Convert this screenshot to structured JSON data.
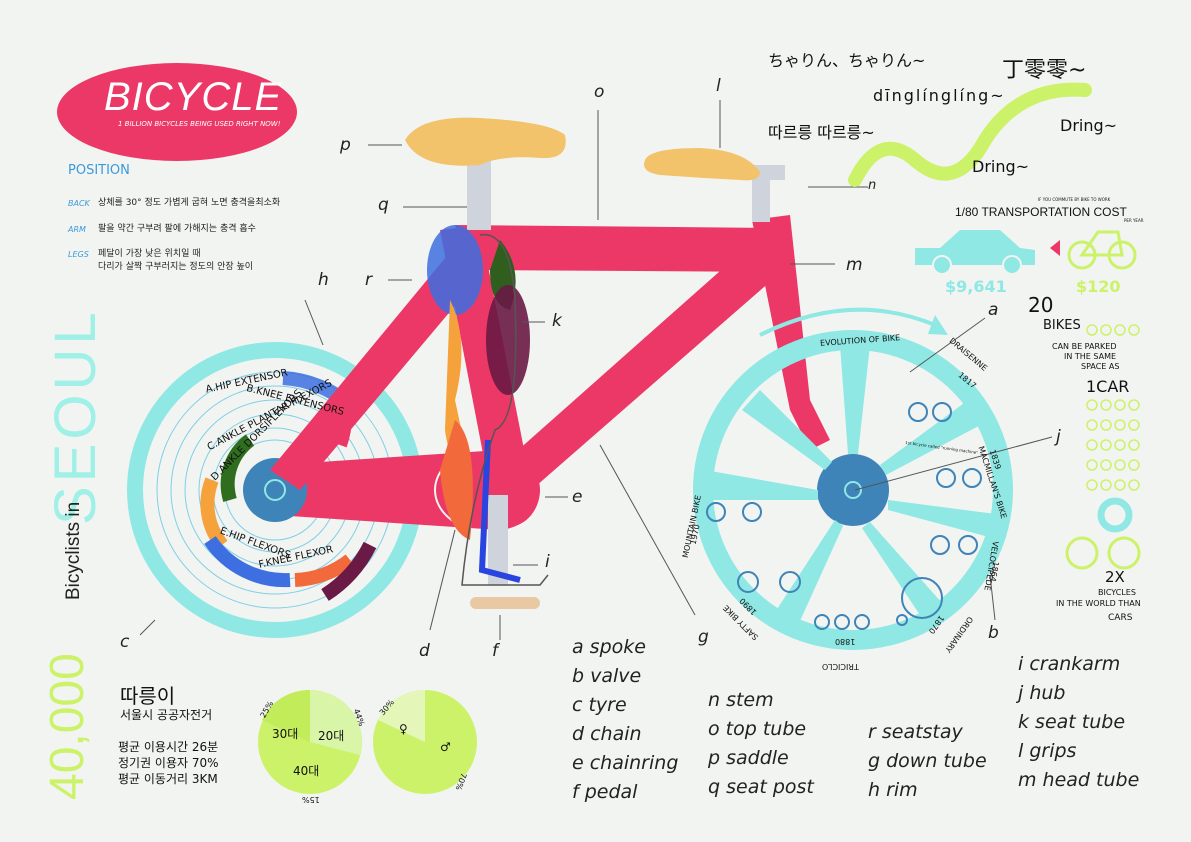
{
  "header": {
    "title": "BICYCLE",
    "subtitle": "1 BILLION BICYCLES BEING USED RIGHT NOW!"
  },
  "position": {
    "heading": "POSITION",
    "items": [
      {
        "key": "BACK",
        "text": "상체를 30° 정도 가볍게 굽혀 노면 충격을최소화"
      },
      {
        "key": "ARM",
        "text": "팔을 약간 구부려 팔에 가해지는 충격 흡수"
      },
      {
        "key": "LEGS",
        "text": "페달이 가장 낮은 위치일 때",
        "text2": "다리가 살짝 구부러지는 정도의 안장 높이"
      }
    ]
  },
  "seoul": {
    "word": "SEOUL",
    "bicyclists_in": "Bicyclists in",
    "count": "40,000"
  },
  "sounds": {
    "japanese": "ちゃりん、ちゃりん~",
    "pinyin": "dīnglínglíng~",
    "korean": "따르릉 따르릉~",
    "chinese": "丁零零~",
    "dring1": "Dring~",
    "dring2": "Dring~"
  },
  "muscles": {
    "a": "A.HIP EXTENSOR",
    "b": "B.KNEE EXTENSORS",
    "c": "C.ANKLE PLANTAR FLEXORS",
    "d": "D.ANKLE DORSIFLEXORS",
    "e": "E.HIP FLEXORS",
    "f": "F.KNEE FLEXOR"
  },
  "evolution": {
    "title": "EVOLUTION OF BIKE",
    "draisenne": "DRAISENNE",
    "y1817": "1817",
    "macmillan": "MACMILLAN'S BIKE",
    "y1839": "1839",
    "velocipede": "VELOCIPEDE",
    "y1864": "1864",
    "ordinary": "ORDINARY",
    "y1870": "1870",
    "tricicle": "TRICICLO",
    "y1880": "1880",
    "safety": "SAFTY BIKE",
    "y1890": "1890",
    "mountain": "MOUNTAIN BIKE",
    "y1970": "1970",
    "note": "1st bicycle called \"running machine\""
  },
  "transport": {
    "title": "1/80 TRANSPORTATION COST",
    "footnote": "IF YOU COMMUTE BY BIKE TO WORK",
    "peryear": "PER YEAR",
    "car_cost": "$9,641",
    "bike_cost": "$120"
  },
  "parking": {
    "count": "20",
    "bikes": "BIKES",
    "line1": "CAN BE PARKED",
    "line2": "IN THE SAME",
    "line3": "SPACE AS",
    "car": "1CAR"
  },
  "world": {
    "ratio": "2X",
    "line1": "BICYCLES",
    "line2": "IN THE WORLD THAN",
    "line3": "CARS"
  },
  "ttareungi": {
    "name": "따릉이",
    "desc": "서울시 공공자전거",
    "stat1": "평균 이용시간 26분",
    "stat2": "정기권 이용자 70%",
    "stat3": "평균 이동거리 3KM",
    "age_30": "30대",
    "age_20": "20대",
    "age_40": "40대",
    "pct_25": "25%",
    "pct_44": "44%",
    "pct_15": "15%",
    "pct_30": "30%",
    "pct_70": "70%",
    "female": "♀",
    "male": "♂"
  },
  "part_labels": {
    "a": "a",
    "b": "b",
    "c": "c",
    "d": "d",
    "e": "e",
    "f": "f",
    "g": "g",
    "h": "h",
    "i": "i",
    "j": "j",
    "k": "k",
    "l": "l",
    "m": "m",
    "n": "n",
    "o": "o",
    "p": "p",
    "q": "q",
    "r": "r"
  },
  "legend": {
    "col1": [
      "a  spoke",
      "b  valve",
      "c  tyre",
      "d  chain",
      "e  chainring",
      "f  pedal"
    ],
    "col2": [
      "n  stem",
      "o  top tube",
      "p  saddle",
      "q  seat post"
    ],
    "col3": [
      "r  seatstay",
      "g  down tube",
      "h  rim"
    ],
    "col4": [
      "i  crankarm",
      "j  hub",
      "k  seat tube",
      "l  grips",
      "m  head tube"
    ]
  },
  "colors": {
    "pink": "#ec3866",
    "cyan": "#8fe8e4",
    "lime": "#ccf26a",
    "blue_dark": "#3e84b8",
    "tan": "#f2c36a"
  }
}
